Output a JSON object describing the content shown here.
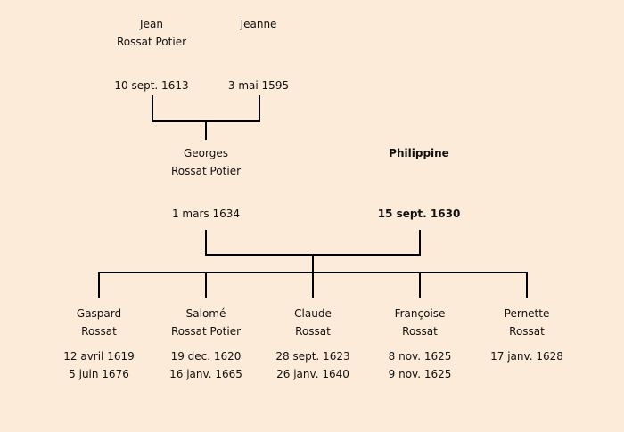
{
  "parents": {
    "jean": {
      "first": "Jean",
      "last": "Rossat Potier",
      "date": "10 sept. 1613"
    },
    "jeanne": {
      "first": "Jeanne",
      "date": "3 mai 1595"
    }
  },
  "couple": {
    "georges": {
      "first": "Georges",
      "last": "Rossat Potier",
      "date": "1 mars 1634"
    },
    "philippine": {
      "first": "Philippine",
      "date": "15 sept. 1630"
    }
  },
  "children": [
    {
      "first": "Gaspard",
      "last": "Rossat",
      "birth": "12 avril 1619",
      "death": "5 juin 1676"
    },
    {
      "first": "Salomé",
      "last": "Rossat Potier",
      "birth": "19 dec. 1620",
      "death": "16 janv. 1665"
    },
    {
      "first": "Claude",
      "last": "Rossat",
      "birth": "28 sept. 1623",
      "death": "26 janv. 1640"
    },
    {
      "first": "Françoise",
      "last": "Rossat",
      "birth": "8 nov. 1625",
      "death": "9 nov. 1625"
    },
    {
      "first": "Pernette",
      "last": "Rossat",
      "birth": "17 janv. 1628"
    }
  ]
}
